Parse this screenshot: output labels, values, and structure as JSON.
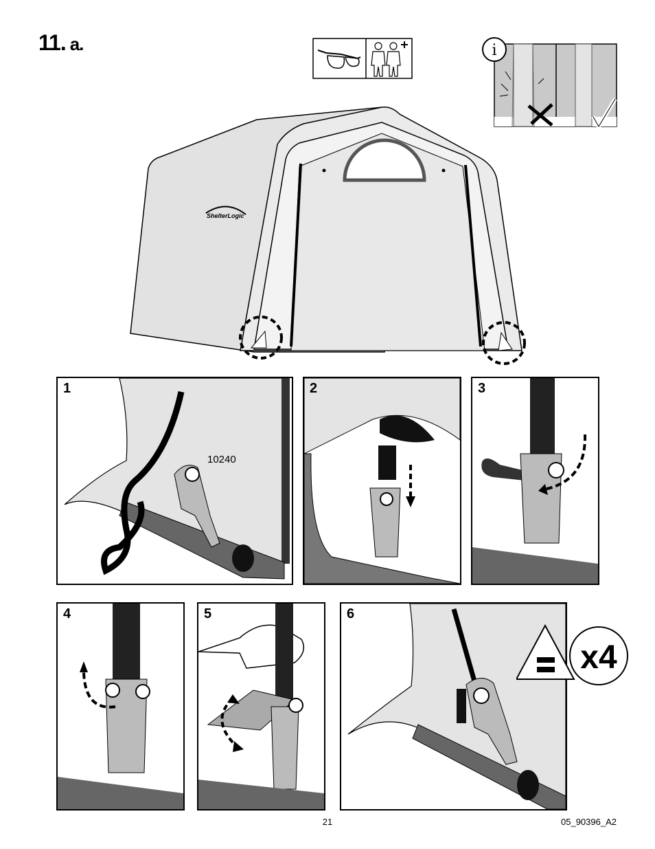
{
  "step": {
    "number": "11.",
    "sub": "a."
  },
  "brand": "ShelterLogic",
  "panels": [
    {
      "num": "1",
      "label": "10240"
    },
    {
      "num": "2"
    },
    {
      "num": "3"
    },
    {
      "num": "4"
    },
    {
      "num": "5"
    },
    {
      "num": "6"
    }
  ],
  "repeat_label": "x4",
  "icons": [
    "safety-glasses-icon",
    "two-person-icon",
    "info-icon",
    "wrong-x-icon",
    "correct-check-icon",
    "equals-triangle-icon"
  ],
  "footer": {
    "page": "21",
    "code": "05_90396_A2"
  }
}
